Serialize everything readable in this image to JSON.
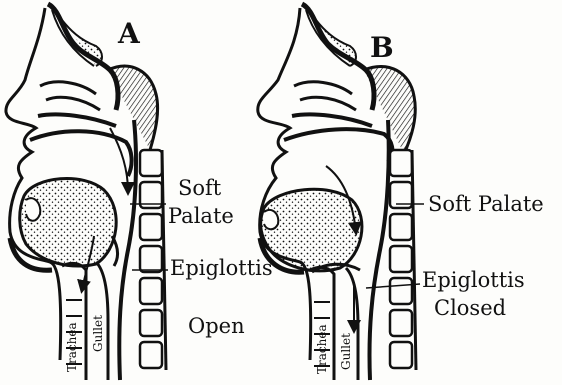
{
  "panels": [
    {
      "letter": "A",
      "soft_palate": [
        "Soft",
        "Palate"
      ],
      "epiglottis": [
        "Epiglottis",
        "Open"
      ],
      "trachea": "Trachea",
      "gullet": "Gullet"
    },
    {
      "letter": "B",
      "soft_palate": [
        "Soft Palate"
      ],
      "epiglottis": [
        "Epiglottis",
        "Closed"
      ],
      "trachea": "Trachea",
      "gullet": "Gullet"
    }
  ],
  "colors": {
    "ink": "#111111",
    "paper": "#fdfdfb"
  }
}
